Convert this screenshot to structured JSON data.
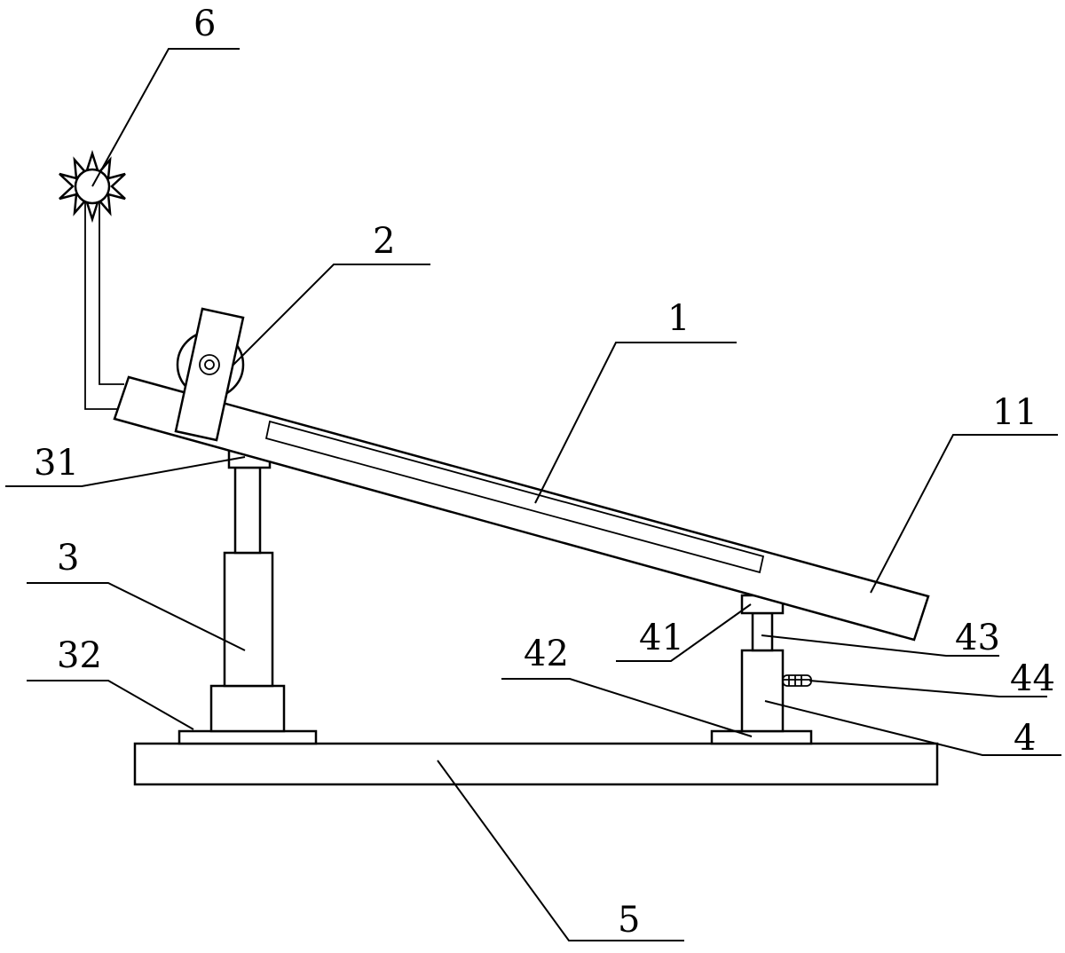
{
  "labels": {
    "l6": "6",
    "l2": "2",
    "l1": "1",
    "l11": "11",
    "l31": "31",
    "l3": "3",
    "l32": "32",
    "l42": "42",
    "l41": "41",
    "l43": "43",
    "l44": "44",
    "l4": "4",
    "l5": "5"
  }
}
